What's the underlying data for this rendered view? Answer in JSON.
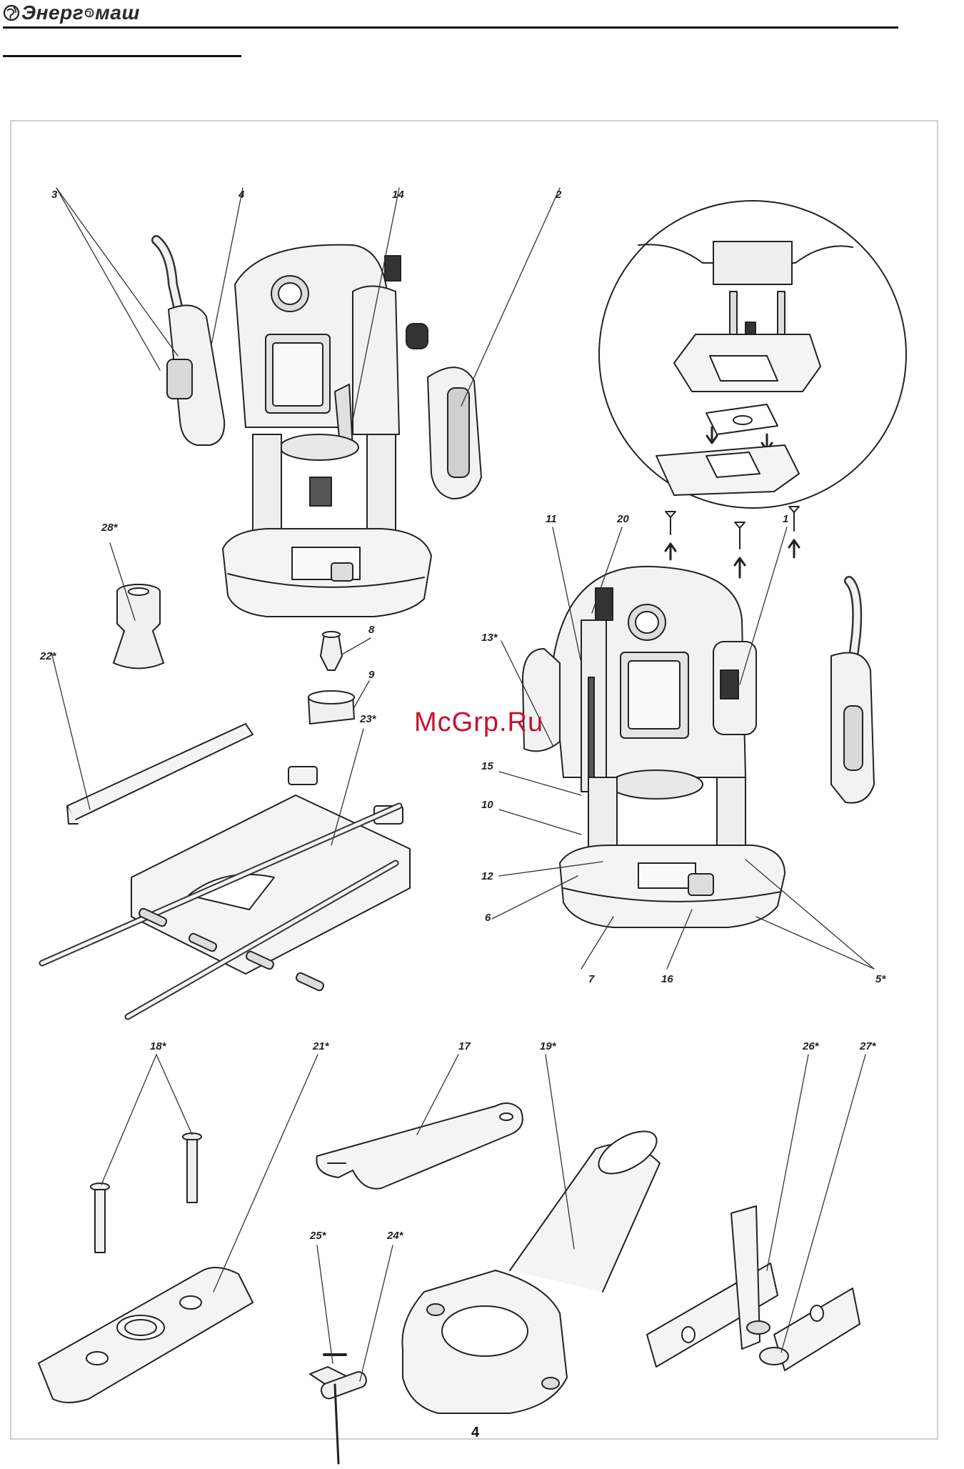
{
  "header": {
    "brand": "Энерг",
    "brand_tail": "маш"
  },
  "watermark": "McGrp.Ru",
  "page_number": "4",
  "callouts": [
    {
      "id": "c3",
      "text": "3"
    },
    {
      "id": "c4",
      "text": "4"
    },
    {
      "id": "c14",
      "text": "14"
    },
    {
      "id": "c2",
      "text": "2"
    },
    {
      "id": "c28",
      "text": "28*"
    },
    {
      "id": "c8",
      "text": "8"
    },
    {
      "id": "c9",
      "text": "9"
    },
    {
      "id": "c22",
      "text": "22*"
    },
    {
      "id": "c23",
      "text": "23*"
    },
    {
      "id": "c11",
      "text": "11"
    },
    {
      "id": "c20",
      "text": "20"
    },
    {
      "id": "c1",
      "text": "1"
    },
    {
      "id": "c13",
      "text": "13*"
    },
    {
      "id": "c15",
      "text": "15"
    },
    {
      "id": "c10",
      "text": "10"
    },
    {
      "id": "c12",
      "text": "12"
    },
    {
      "id": "c6",
      "text": "6"
    },
    {
      "id": "c7",
      "text": "7"
    },
    {
      "id": "c16",
      "text": "16"
    },
    {
      "id": "c5",
      "text": "5*"
    },
    {
      "id": "c18",
      "text": "18*"
    },
    {
      "id": "c21",
      "text": "21*"
    },
    {
      "id": "c17",
      "text": "17"
    },
    {
      "id": "c19",
      "text": "19*"
    },
    {
      "id": "c26",
      "text": "26*"
    },
    {
      "id": "c27",
      "text": "27*"
    },
    {
      "id": "c25",
      "text": "25*"
    },
    {
      "id": "c24",
      "text": "24*"
    }
  ]
}
